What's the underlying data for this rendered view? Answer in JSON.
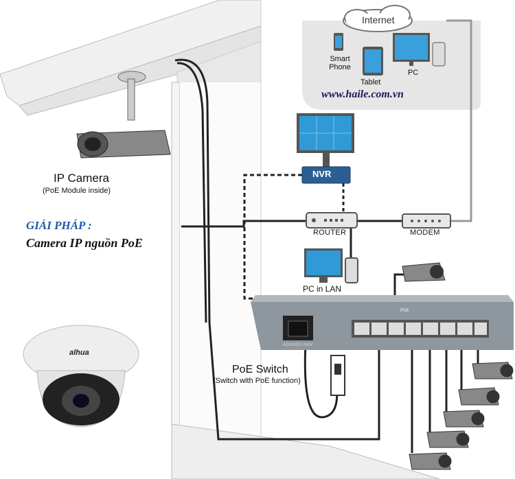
{
  "labels": {
    "ip_camera": "IP Camera",
    "ip_camera_sub": "(PoE Module inside)",
    "solution_title": "GIẢI PHÁP :",
    "solution_sub": "Camera IP nguồn PoE",
    "poe_switch": "PoE Switch",
    "poe_switch_sub": "(Switch with PoE function)",
    "router": "ROUTER",
    "modem": "MODEM",
    "pc_in_lan": "PC in LAN",
    "smart_phone": "Smart Phone",
    "tablet": "Tablet",
    "pc": "PC",
    "website": "www.haile.com.vn",
    "internet": "Internet",
    "nvr": "NVR",
    "brand": "alhua",
    "poe_marking": "POE",
    "ac_marking": "AC/IN100~240V"
  },
  "colors": {
    "poe_title_blue": "#1f5aa8",
    "nvr_blue": "#2b5f93",
    "monitor_blue": "#2f9ad6",
    "switch_gray": "#8e969e"
  },
  "icons": [
    "bullet-camera-icon",
    "dome-camera-icon",
    "monitor-icon",
    "router-icon",
    "modem-icon",
    "smartphone-icon",
    "tablet-icon",
    "cloud-icon",
    "power-plug-icon"
  ]
}
